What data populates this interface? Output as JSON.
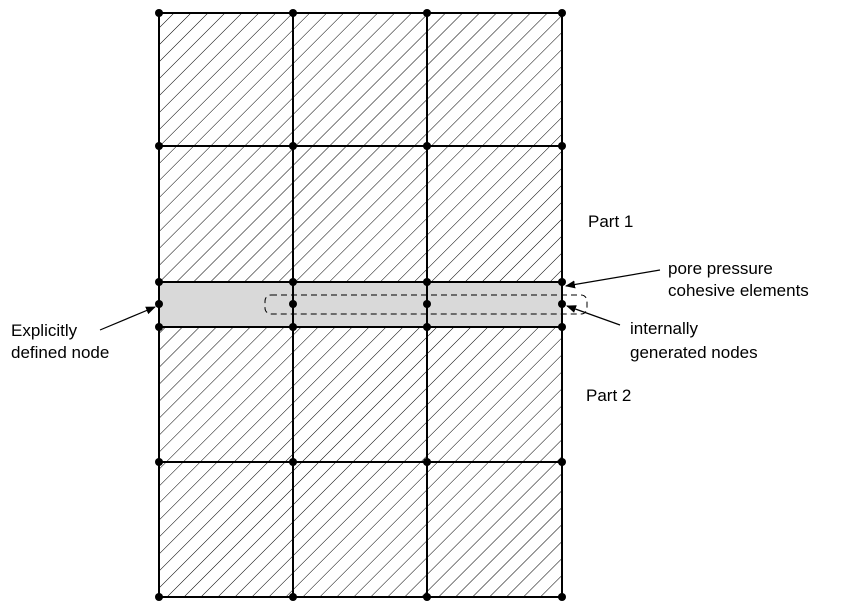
{
  "labels": {
    "part1": "Part 1",
    "part2": "Part 2",
    "pore_line1": "pore pressure",
    "pore_line2": "cohesive elements",
    "explicit_line1": "Explicitly",
    "explicit_line2": "defined node",
    "internal_line1": "internally",
    "internal_line2": "generated nodes"
  },
  "colors": {
    "line": "#000000",
    "cohesive_fill": "#d9d9d9",
    "hatch": "#000000",
    "background": "#ffffff"
  }
}
